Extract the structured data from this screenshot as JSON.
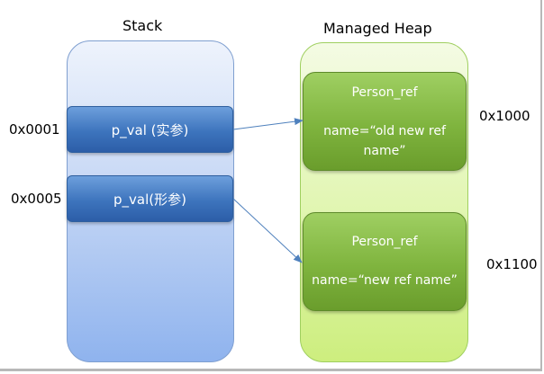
{
  "stack": {
    "title": "Stack",
    "items": [
      {
        "label": "p_val (实参)",
        "address": "0x0001"
      },
      {
        "label": "p_val(形参)",
        "address": "0x0005"
      }
    ]
  },
  "heap": {
    "title": "Managed Heap",
    "objects": [
      {
        "class_name": "Person_ref",
        "field": "name=“old new ref name”",
        "address": "0x1000"
      },
      {
        "class_name": "Person_ref",
        "field": "name=“new ref name”",
        "address": "0x1100"
      }
    ]
  },
  "colors": {
    "stack_box": "#3d74bd",
    "heap_box": "#7fb43e",
    "arrow": "#4f81bd"
  }
}
